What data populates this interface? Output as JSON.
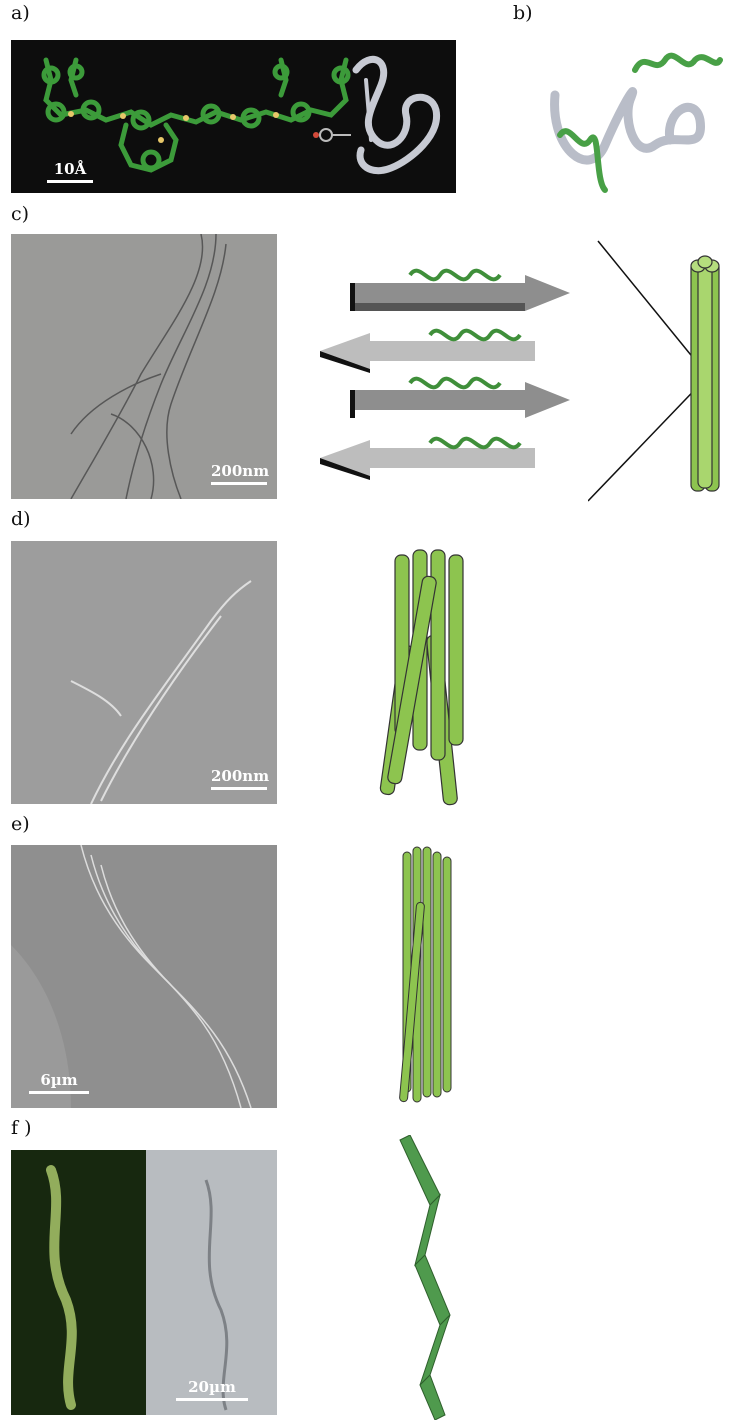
{
  "labels": {
    "a": "a)",
    "b": "b)",
    "c": "c)",
    "d": "d)",
    "e": "e)",
    "f": "f )"
  },
  "scalebars": {
    "a": "10Å",
    "c": "200nm",
    "d": "200nm",
    "e": "6µm",
    "f": "20µm"
  },
  "colors": {
    "fibril_green": "#8dc44f",
    "polymer_green": "#3f8f3a",
    "protein_gray": "#b9bdc8"
  }
}
